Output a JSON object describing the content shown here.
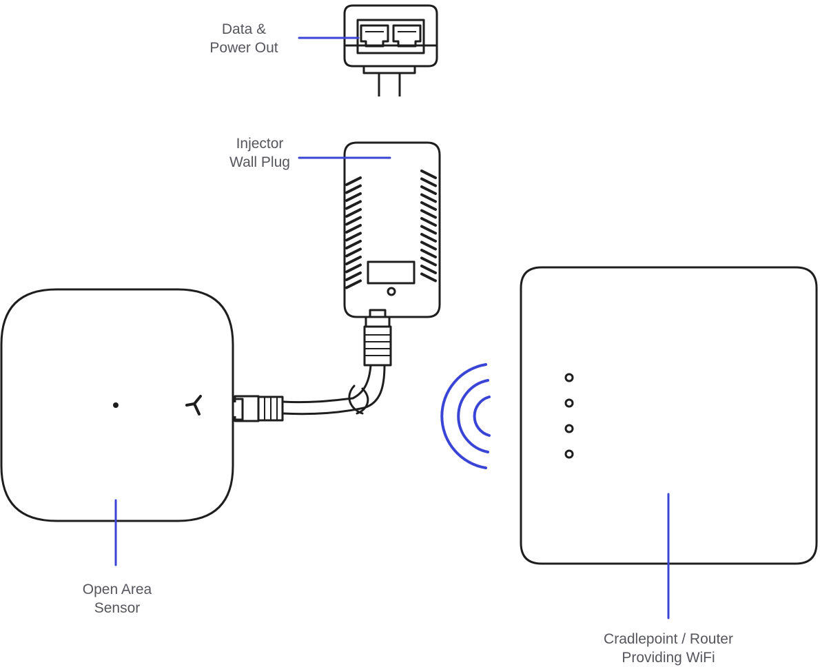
{
  "labels": {
    "data_power_out": {
      "line1": "Data &",
      "line2": "Power Out"
    },
    "injector_wall_plug": {
      "line1": "Injector",
      "line2": "Wall Plug"
    },
    "open_area_sensor": {
      "line1": "Open Area",
      "line2": "Sensor"
    },
    "router": {
      "line1": "Cradlepoint / Router",
      "line2": "Providing WiFi"
    }
  },
  "colors": {
    "outline": "#1e1e1e",
    "callout": "#3a45d6",
    "label_text": "#55565c"
  },
  "icons": [
    "dual-ethernet-port-icon",
    "wifi-waves-icon",
    "rj45-connector-icon",
    "sensor-logo-icon"
  ]
}
